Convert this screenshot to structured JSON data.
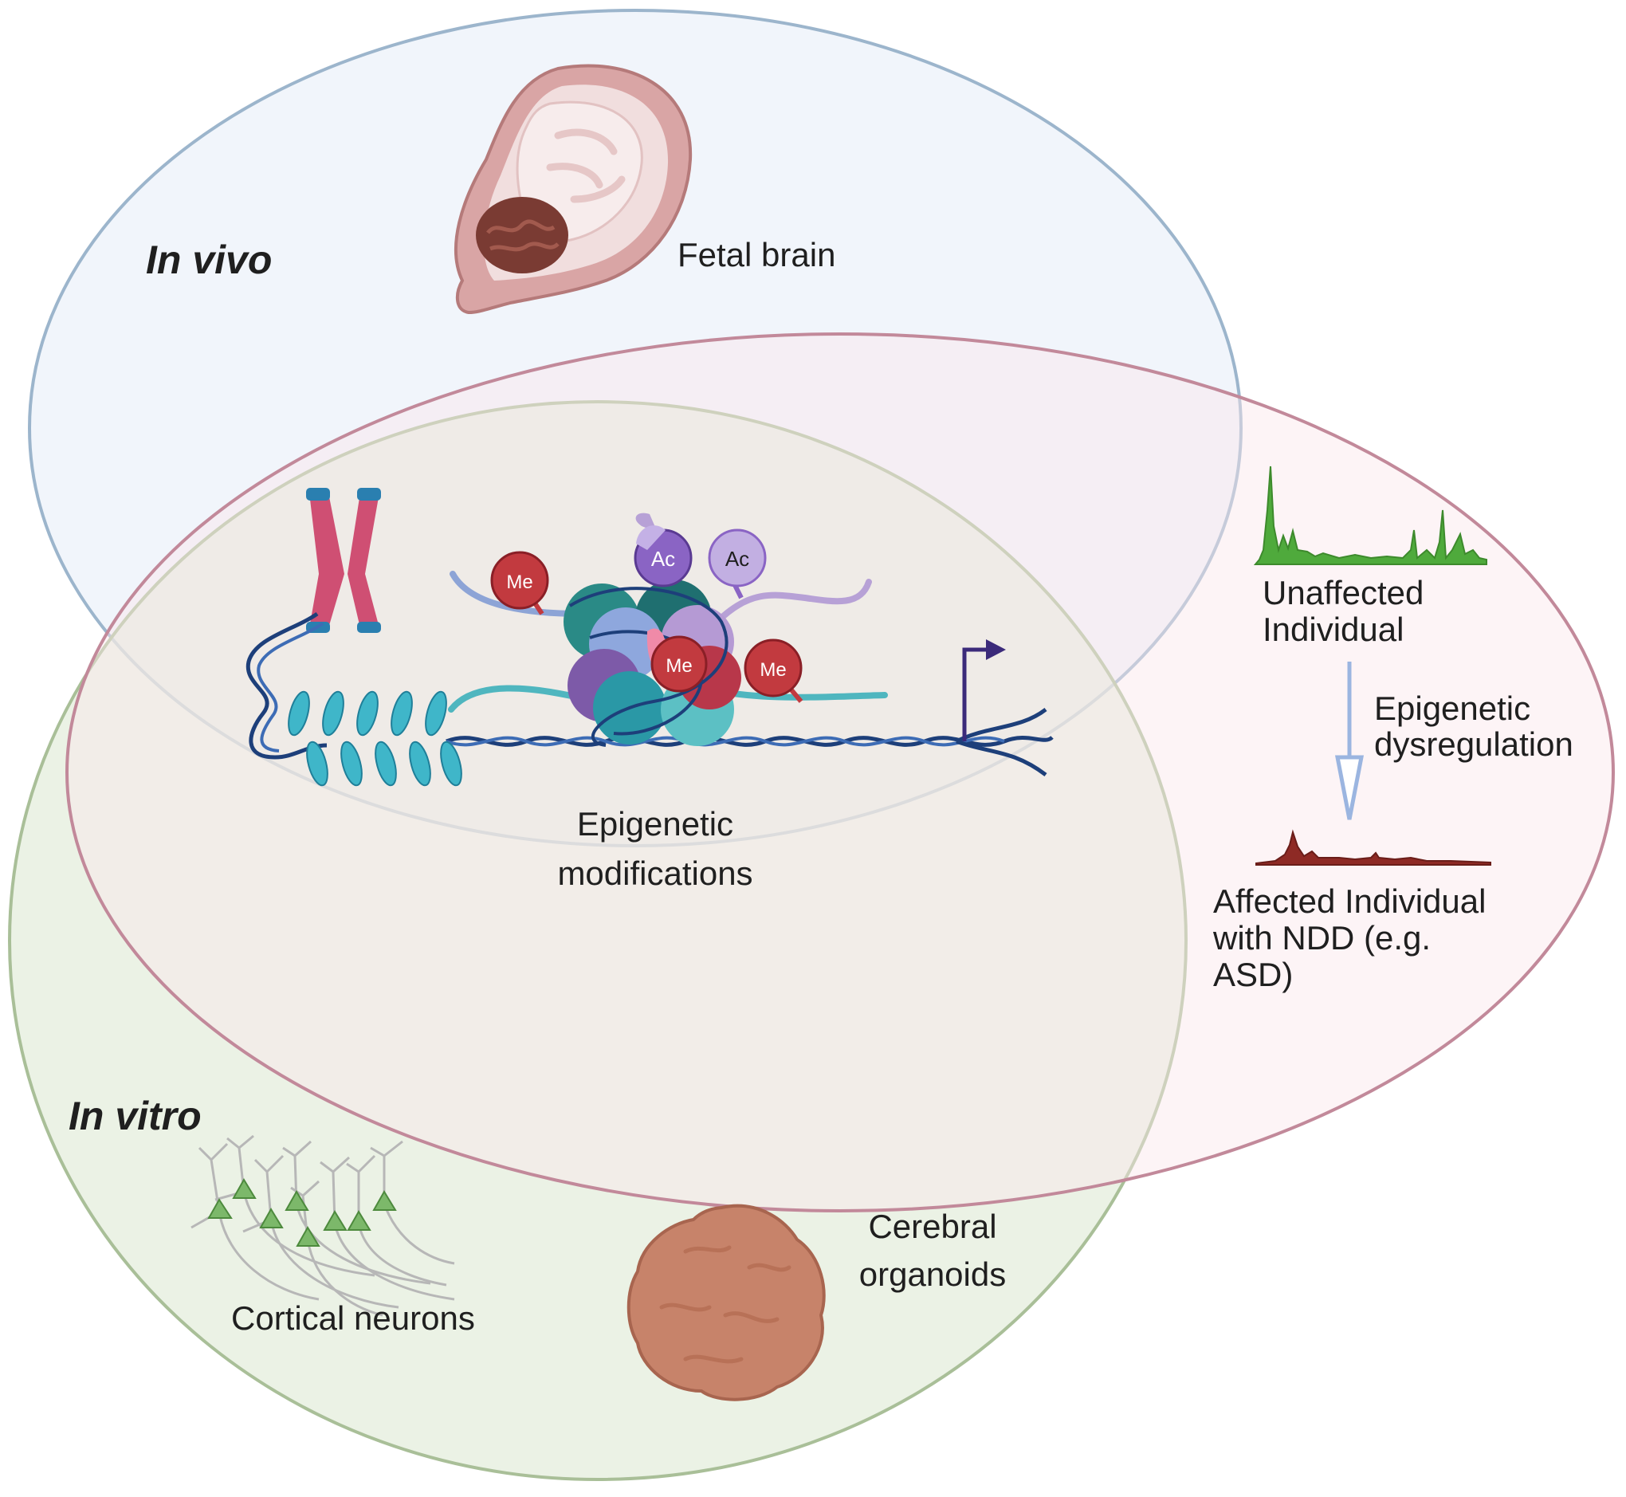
{
  "regions": {
    "in_vivo": "In vivo",
    "in_vitro": "In vitro"
  },
  "labels": {
    "fetal_brain": "Fetal brain",
    "epigenetic_modifications": [
      "Epigenetic",
      "modifications"
    ],
    "unaffected": [
      "Unaffected",
      "Individual"
    ],
    "dysregulation": [
      "Epigenetic",
      "dysregulation"
    ],
    "affected": [
      "Affected Individual",
      "with NDD (e.g.",
      "ASD)"
    ],
    "cortical_neurons": "Cortical neurons",
    "cerebral_organoids": [
      "Cerebral",
      "organoids"
    ]
  },
  "marks": {
    "methyl": "Me",
    "acetyl": "Ac"
  },
  "colors": {
    "in_vivo_fill": "#eaf1f8",
    "in_vivo_stroke": "#9cb5cc",
    "ndd_fill": "#fbe9ec",
    "ndd_stroke": "#c2899a",
    "in_vitro_fill": "#e2ecd9",
    "in_vitro_stroke": "#a9bf98",
    "methyl": "#c23a3f",
    "acetyl": "#8a64c4",
    "dna": "#1d3f7a",
    "nucleosome": "#3fb6c9",
    "chromosome": "#cf4f73",
    "signal_healthy": "#4faa3c",
    "signal_affected": "#8e2a25",
    "organoid": "#c7836a",
    "neuron": "#7cb86a",
    "arrow": "#9bb5e0"
  }
}
